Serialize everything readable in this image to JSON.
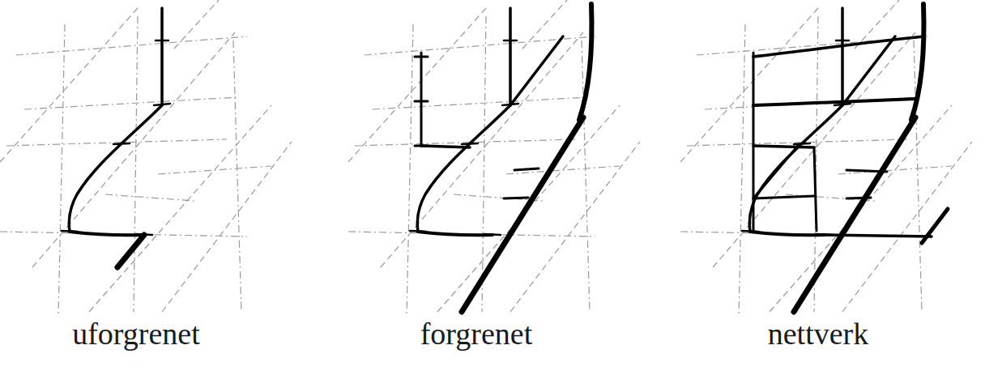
{
  "diagram": {
    "labels": [
      "uforgrenet",
      "forgrenet",
      "nettverk"
    ]
  }
}
